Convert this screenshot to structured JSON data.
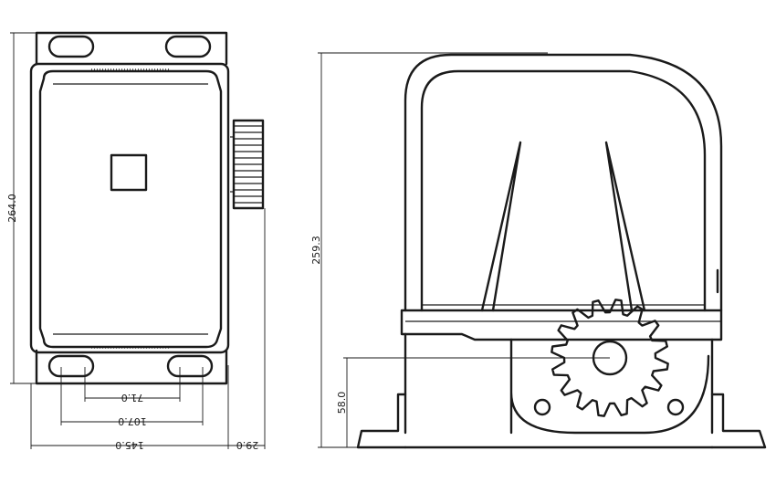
{
  "colors": {
    "line": "#1a1a1a",
    "background": "#ffffff"
  },
  "dimensions": {
    "d264": "264.0",
    "d71": "71.0",
    "d107": "107.0",
    "d145": "145.0",
    "d29": "29.0",
    "d259": "259.3",
    "d58": "58.0"
  }
}
